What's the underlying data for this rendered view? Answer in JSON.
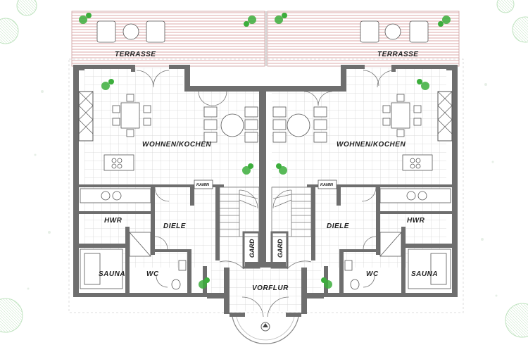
{
  "plan": {
    "left_unit": {
      "terrace": "TERRASSE",
      "living": "WOHNEN/KOCHEN",
      "fireplace": "KAMIN",
      "utility": "HWR",
      "hall": "DIELE",
      "wardrobe": "GARD",
      "sauna": "SAUNA",
      "wc": "WC"
    },
    "right_unit": {
      "terrace": "TERRASSE",
      "living": "WOHNEN/KOCHEN",
      "fireplace": "KAMIN",
      "utility": "HWR",
      "hall": "DIELE",
      "wardrobe": "GARD",
      "sauna": "SAUNA",
      "wc": "WC"
    },
    "shared": {
      "vestibule": "VORFLUR"
    }
  },
  "colors": {
    "wall": "#6e6e6e",
    "terrace_stripes": "#d9a0a0",
    "grid": "#d4d4d4",
    "plant": "#3cae3c"
  },
  "icons": {
    "entrance": "arrow-up-icon",
    "plants": "plant-icon"
  }
}
